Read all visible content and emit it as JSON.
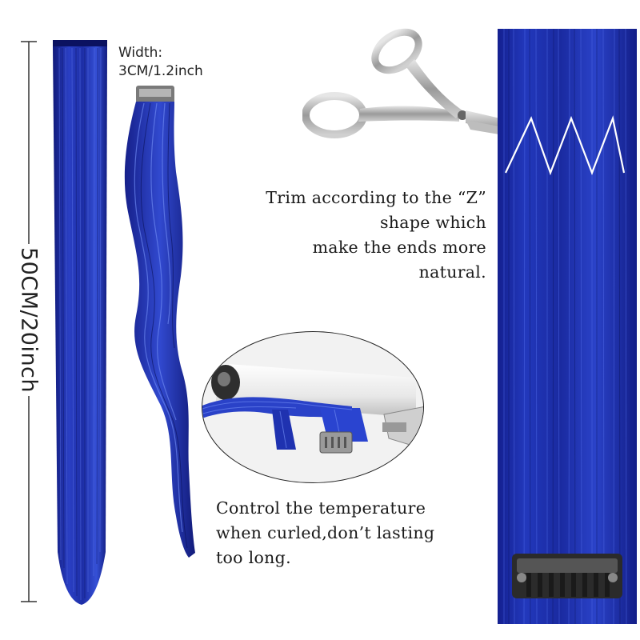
{
  "dimensions": {
    "length_label": "50CM/20inch",
    "width_label_line1": "Width:",
    "width_label_line2": "3CM/1.2inch"
  },
  "trim_note": {
    "lines": [
      "Trim according to the “Z”",
      "shape which",
      "make the ends more",
      "natural."
    ]
  },
  "curl_note": {
    "lines": [
      "Control the temperature",
      "when curled,don’t lasting",
      "too long."
    ]
  },
  "icons": [
    "scissors-icon",
    "curling-iron-icon",
    "hair-clip-icon",
    "zigzag-cut-icon"
  ],
  "colors": {
    "hair_blue": "#1f2fa8",
    "hair_dark": "#0e1670",
    "hair_light": "#4a63e0",
    "text": "#1a1a1a"
  }
}
